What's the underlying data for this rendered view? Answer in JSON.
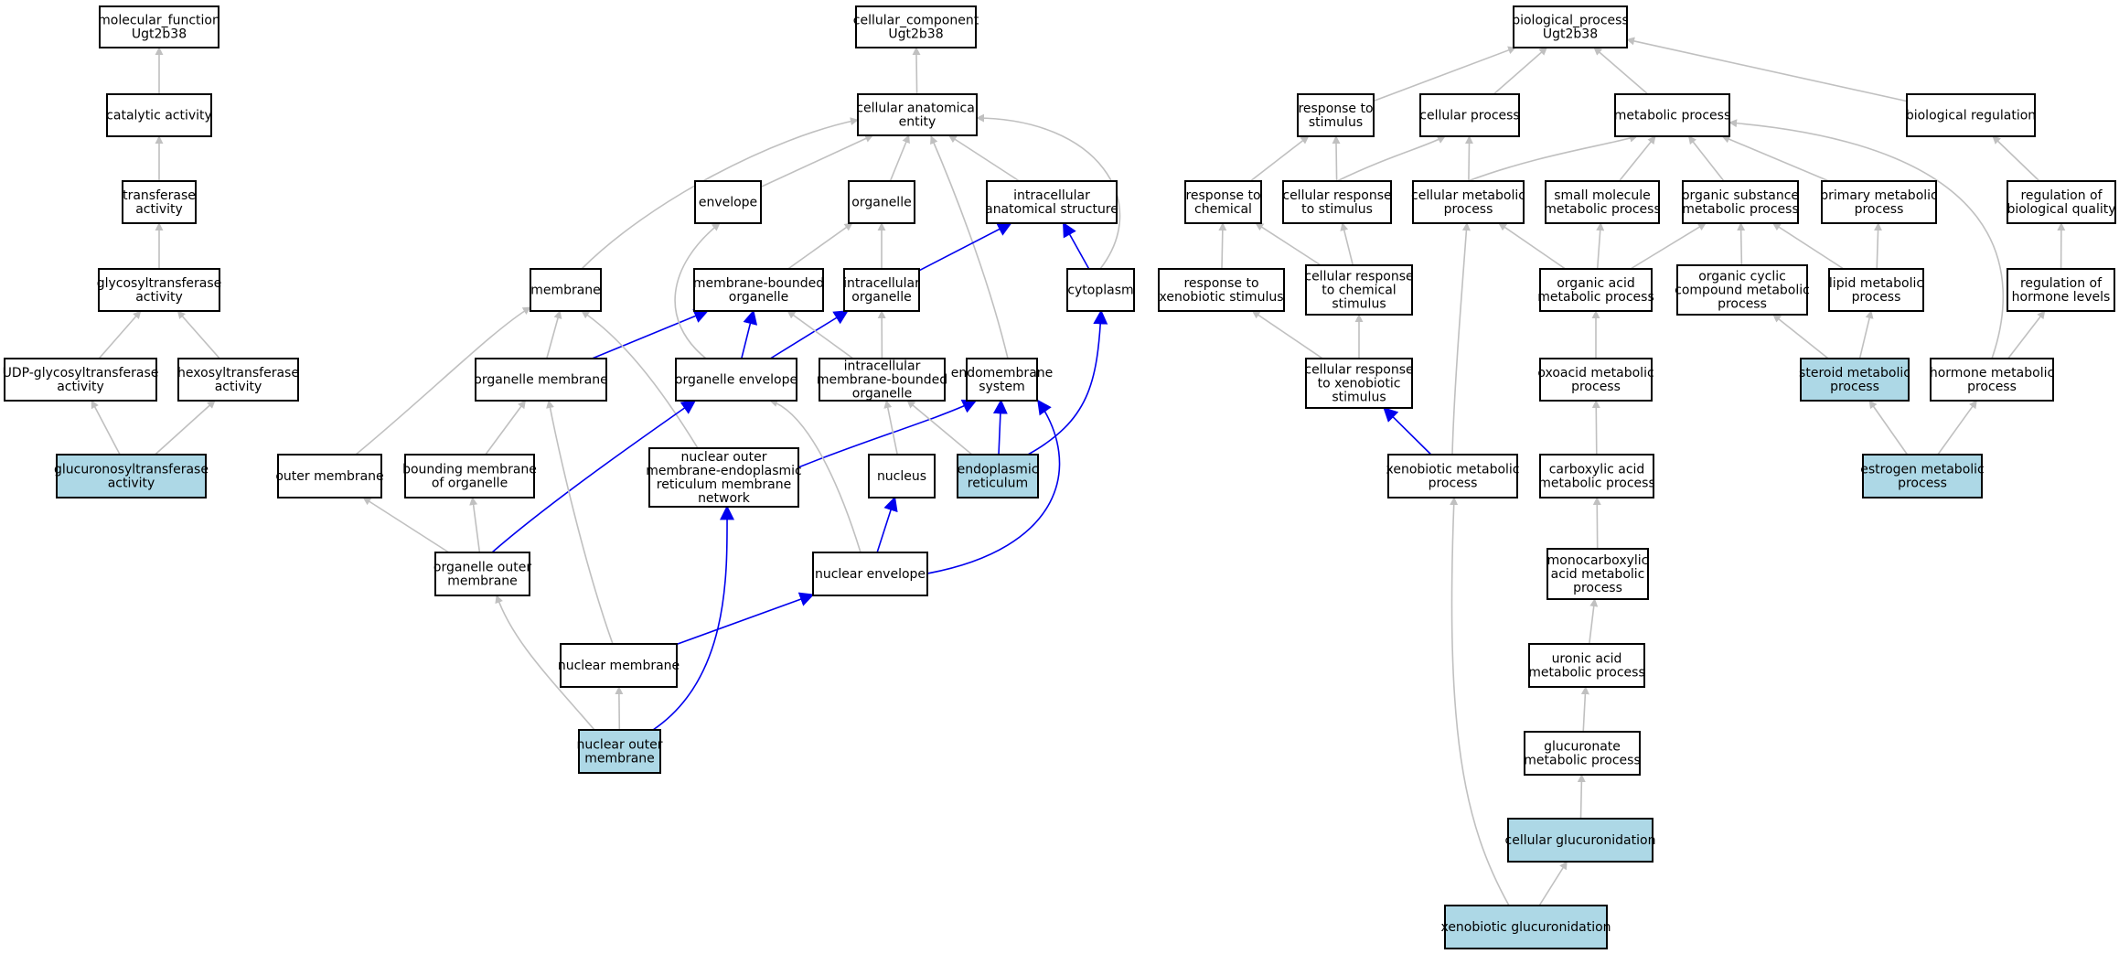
{
  "colors": {
    "background": "#ffffff",
    "node_fill": "#ffffff",
    "highlight_fill": "#add8e6",
    "node_border": "#000000",
    "edge_default": "#c0c0c0",
    "edge_highlight": "#0000ee"
  },
  "nodes": [
    {
      "id": "mf_root",
      "lines": [
        "molecular_function",
        "Ugt2b38"
      ],
      "highlighted": false
    },
    {
      "id": "catalytic",
      "lines": [
        "catalytic activity"
      ],
      "highlighted": false
    },
    {
      "id": "transferase",
      "lines": [
        "transferase",
        "activity"
      ],
      "highlighted": false
    },
    {
      "id": "glycosyltransferase",
      "lines": [
        "glycosyltransferase",
        "activity"
      ],
      "highlighted": false
    },
    {
      "id": "udp_glyco",
      "lines": [
        "UDP-glycosyltransferase",
        "activity"
      ],
      "highlighted": false
    },
    {
      "id": "hexosyl",
      "lines": [
        "hexosyltransferase",
        "activity"
      ],
      "highlighted": false
    },
    {
      "id": "glucuronosyl",
      "lines": [
        "glucuronosyltransferase",
        "activity"
      ],
      "highlighted": true
    },
    {
      "id": "cc_root",
      "lines": [
        "cellular_component",
        "Ugt2b38"
      ],
      "highlighted": false
    },
    {
      "id": "cae",
      "lines": [
        "cellular anatomical",
        "entity"
      ],
      "highlighted": false
    },
    {
      "id": "envelope",
      "lines": [
        "envelope"
      ],
      "highlighted": false
    },
    {
      "id": "organelle",
      "lines": [
        "organelle"
      ],
      "highlighted": false
    },
    {
      "id": "ias",
      "lines": [
        "intracellular",
        "anatomical structure"
      ],
      "highlighted": false
    },
    {
      "id": "membrane",
      "lines": [
        "membrane"
      ],
      "highlighted": false
    },
    {
      "id": "mbo",
      "lines": [
        "membrane-bounded",
        "organelle"
      ],
      "highlighted": false
    },
    {
      "id": "io",
      "lines": [
        "intracellular",
        "organelle"
      ],
      "highlighted": false
    },
    {
      "id": "cytoplasm",
      "lines": [
        "cytoplasm"
      ],
      "highlighted": false
    },
    {
      "id": "org_membrane",
      "lines": [
        "organelle membrane"
      ],
      "highlighted": false
    },
    {
      "id": "org_envelope",
      "lines": [
        "organelle envelope"
      ],
      "highlighted": false
    },
    {
      "id": "imbo",
      "lines": [
        "intracellular",
        "membrane-bounded",
        "organelle"
      ],
      "highlighted": false
    },
    {
      "id": "endomembrane",
      "lines": [
        "endomembrane",
        "system"
      ],
      "highlighted": false
    },
    {
      "id": "outer_membrane",
      "lines": [
        "outer membrane"
      ],
      "highlighted": false
    },
    {
      "id": "bounding",
      "lines": [
        "bounding membrane",
        "of organelle"
      ],
      "highlighted": false
    },
    {
      "id": "nomer",
      "lines": [
        "nuclear outer",
        "membrane-endoplasmic",
        "reticulum membrane",
        "network"
      ],
      "highlighted": false
    },
    {
      "id": "nucleus",
      "lines": [
        "nucleus"
      ],
      "highlighted": false
    },
    {
      "id": "er",
      "lines": [
        "endoplasmic",
        "reticulum"
      ],
      "highlighted": true
    },
    {
      "id": "org_outer",
      "lines": [
        "organelle outer",
        "membrane"
      ],
      "highlighted": false
    },
    {
      "id": "nuc_envelope",
      "lines": [
        "nuclear envelope"
      ],
      "highlighted": false
    },
    {
      "id": "nuc_membrane",
      "lines": [
        "nuclear membrane"
      ],
      "highlighted": false
    },
    {
      "id": "nuc_outer",
      "lines": [
        "nuclear outer",
        "membrane"
      ],
      "highlighted": true
    },
    {
      "id": "bp_root",
      "lines": [
        "biological_process",
        "Ugt2b38"
      ],
      "highlighted": false
    },
    {
      "id": "resp_stim",
      "lines": [
        "response to",
        "stimulus"
      ],
      "highlighted": false
    },
    {
      "id": "cell_proc",
      "lines": [
        "cellular process"
      ],
      "highlighted": false
    },
    {
      "id": "met_proc",
      "lines": [
        "metabolic process"
      ],
      "highlighted": false
    },
    {
      "id": "bio_reg",
      "lines": [
        "biological regulation"
      ],
      "highlighted": false
    },
    {
      "id": "resp_chem",
      "lines": [
        "response to",
        "chemical"
      ],
      "highlighted": false
    },
    {
      "id": "cell_resp_stim",
      "lines": [
        "cellular response",
        "to stimulus"
      ],
      "highlighted": false
    },
    {
      "id": "cell_met",
      "lines": [
        "cellular metabolic",
        "process"
      ],
      "highlighted": false
    },
    {
      "id": "small_mol",
      "lines": [
        "small molecule",
        "metabolic process"
      ],
      "highlighted": false
    },
    {
      "id": "org_subst",
      "lines": [
        "organic substance",
        "metabolic process"
      ],
      "highlighted": false
    },
    {
      "id": "prim_met",
      "lines": [
        "primary metabolic",
        "process"
      ],
      "highlighted": false
    },
    {
      "id": "reg_bioq",
      "lines": [
        "regulation of",
        "biological quality"
      ],
      "highlighted": false
    },
    {
      "id": "resp_xeno",
      "lines": [
        "response to",
        "xenobiotic stimulus"
      ],
      "highlighted": false
    },
    {
      "id": "cell_resp_chem",
      "lines": [
        "cellular response",
        "to chemical",
        "stimulus"
      ],
      "highlighted": false
    },
    {
      "id": "org_acid",
      "lines": [
        "organic acid",
        "metabolic process"
      ],
      "highlighted": false
    },
    {
      "id": "org_cyclic",
      "lines": [
        "organic cyclic",
        "compound metabolic",
        "process"
      ],
      "highlighted": false
    },
    {
      "id": "lipid_met",
      "lines": [
        "lipid metabolic",
        "process"
      ],
      "highlighted": false
    },
    {
      "id": "reg_horm",
      "lines": [
        "regulation of",
        "hormone levels"
      ],
      "highlighted": false
    },
    {
      "id": "cell_resp_xeno",
      "lines": [
        "cellular response",
        "to xenobiotic",
        "stimulus"
      ],
      "highlighted": false
    },
    {
      "id": "oxoacid",
      "lines": [
        "oxoacid metabolic",
        "process"
      ],
      "highlighted": false
    },
    {
      "id": "steroid",
      "lines": [
        "steroid metabolic",
        "process"
      ],
      "highlighted": true
    },
    {
      "id": "hormone_met",
      "lines": [
        "hormone metabolic",
        "process"
      ],
      "highlighted": false
    },
    {
      "id": "xeno_met",
      "lines": [
        "xenobiotic metabolic",
        "process"
      ],
      "highlighted": false
    },
    {
      "id": "carboxylic",
      "lines": [
        "carboxylic acid",
        "metabolic process"
      ],
      "highlighted": false
    },
    {
      "id": "estrogen",
      "lines": [
        "estrogen metabolic",
        "process"
      ],
      "highlighted": true
    },
    {
      "id": "monocarbox",
      "lines": [
        "monocarboxylic",
        "acid metabolic",
        "process"
      ],
      "highlighted": false
    },
    {
      "id": "uronic",
      "lines": [
        "uronic acid",
        "metabolic process"
      ],
      "highlighted": false
    },
    {
      "id": "glucuronate",
      "lines": [
        "glucuronate",
        "metabolic process"
      ],
      "highlighted": false
    },
    {
      "id": "cell_gluc",
      "lines": [
        "cellular glucuronidation"
      ],
      "highlighted": true
    },
    {
      "id": "xeno_gluc",
      "lines": [
        "xenobiotic glucuronidation"
      ],
      "highlighted": true
    }
  ],
  "edges": [
    {
      "from": "catalytic",
      "to": "mf_root",
      "highlight": false
    },
    {
      "from": "transferase",
      "to": "catalytic",
      "highlight": false
    },
    {
      "from": "glycosyltransferase",
      "to": "transferase",
      "highlight": false
    },
    {
      "from": "udp_glyco",
      "to": "glycosyltransferase",
      "highlight": false
    },
    {
      "from": "hexosyl",
      "to": "glycosyltransferase",
      "highlight": false
    },
    {
      "from": "glucuronosyl",
      "to": "udp_glyco",
      "highlight": false
    },
    {
      "from": "glucuronosyl",
      "to": "hexosyl",
      "highlight": false
    },
    {
      "from": "cae",
      "to": "cc_root",
      "highlight": false
    },
    {
      "from": "envelope",
      "to": "cae",
      "highlight": false
    },
    {
      "from": "organelle",
      "to": "cae",
      "highlight": false
    },
    {
      "from": "ias",
      "to": "cae",
      "highlight": false
    },
    {
      "from": "membrane",
      "to": "cae",
      "highlight": false
    },
    {
      "from": "endomembrane",
      "to": "cae",
      "highlight": false
    },
    {
      "from": "cytoplasm",
      "to": "cae",
      "highlight": false
    },
    {
      "from": "mbo",
      "to": "organelle",
      "highlight": false
    },
    {
      "from": "io",
      "to": "organelle",
      "highlight": false
    },
    {
      "from": "io",
      "to": "ias",
      "highlight": true
    },
    {
      "from": "cytoplasm",
      "to": "ias",
      "highlight": true
    },
    {
      "from": "org_membrane",
      "to": "membrane",
      "highlight": false
    },
    {
      "from": "org_membrane",
      "to": "mbo",
      "highlight": true
    },
    {
      "from": "org_envelope",
      "to": "envelope",
      "highlight": false
    },
    {
      "from": "org_envelope",
      "to": "mbo",
      "highlight": true
    },
    {
      "from": "org_envelope",
      "to": "io",
      "highlight": true
    },
    {
      "from": "imbo",
      "to": "mbo",
      "highlight": false
    },
    {
      "from": "imbo",
      "to": "io",
      "highlight": false
    },
    {
      "from": "outer_membrane",
      "to": "membrane",
      "highlight": false
    },
    {
      "from": "bounding",
      "to": "org_membrane",
      "highlight": false
    },
    {
      "from": "nomer",
      "to": "membrane",
      "highlight": false
    },
    {
      "from": "nomer",
      "to": "endomembrane",
      "highlight": true
    },
    {
      "from": "nucleus",
      "to": "imbo",
      "highlight": false
    },
    {
      "from": "er",
      "to": "imbo",
      "highlight": false
    },
    {
      "from": "er",
      "to": "endomembrane",
      "highlight": true
    },
    {
      "from": "er",
      "to": "cytoplasm",
      "highlight": true
    },
    {
      "from": "org_outer",
      "to": "outer_membrane",
      "highlight": false
    },
    {
      "from": "org_outer",
      "to": "bounding",
      "highlight": false
    },
    {
      "from": "org_outer",
      "to": "org_envelope",
      "highlight": true
    },
    {
      "from": "nuc_envelope",
      "to": "org_envelope",
      "highlight": false
    },
    {
      "from": "nuc_envelope",
      "to": "nucleus",
      "highlight": true
    },
    {
      "from": "nuc_envelope",
      "to": "endomembrane",
      "highlight": true
    },
    {
      "from": "nuc_membrane",
      "to": "org_membrane",
      "highlight": false
    },
    {
      "from": "nuc_membrane",
      "to": "nuc_envelope",
      "highlight": true
    },
    {
      "from": "nuc_outer",
      "to": "org_outer",
      "highlight": false
    },
    {
      "from": "nuc_outer",
      "to": "nuc_membrane",
      "highlight": false
    },
    {
      "from": "nuc_outer",
      "to": "nomer",
      "highlight": true
    },
    {
      "from": "resp_stim",
      "to": "bp_root",
      "highlight": false
    },
    {
      "from": "cell_proc",
      "to": "bp_root",
      "highlight": false
    },
    {
      "from": "met_proc",
      "to": "bp_root",
      "highlight": false
    },
    {
      "from": "bio_reg",
      "to": "bp_root",
      "highlight": false
    },
    {
      "from": "resp_chem",
      "to": "resp_stim",
      "highlight": false
    },
    {
      "from": "cell_resp_stim",
      "to": "resp_stim",
      "highlight": false
    },
    {
      "from": "cell_resp_stim",
      "to": "cell_proc",
      "highlight": false
    },
    {
      "from": "cell_met",
      "to": "cell_proc",
      "highlight": false
    },
    {
      "from": "cell_met",
      "to": "met_proc",
      "highlight": false
    },
    {
      "from": "small_mol",
      "to": "met_proc",
      "highlight": false
    },
    {
      "from": "org_subst",
      "to": "met_proc",
      "highlight": false
    },
    {
      "from": "prim_met",
      "to": "met_proc",
      "highlight": false
    },
    {
      "from": "reg_bioq",
      "to": "bio_reg",
      "highlight": false
    },
    {
      "from": "resp_xeno",
      "to": "resp_chem",
      "highlight": false
    },
    {
      "from": "cell_resp_chem",
      "to": "resp_chem",
      "highlight": false
    },
    {
      "from": "cell_resp_chem",
      "to": "cell_resp_stim",
      "highlight": false
    },
    {
      "from": "org_acid",
      "to": "cell_met",
      "highlight": false
    },
    {
      "from": "org_acid",
      "to": "small_mol",
      "highlight": false
    },
    {
      "from": "org_acid",
      "to": "org_subst",
      "highlight": false
    },
    {
      "from": "org_cyclic",
      "to": "org_subst",
      "highlight": false
    },
    {
      "from": "lipid_met",
      "to": "org_subst",
      "highlight": false
    },
    {
      "from": "lipid_met",
      "to": "prim_met",
      "highlight": false
    },
    {
      "from": "reg_horm",
      "to": "reg_bioq",
      "highlight": false
    },
    {
      "from": "cell_resp_xeno",
      "to": "resp_xeno",
      "highlight": false
    },
    {
      "from": "cell_resp_xeno",
      "to": "cell_resp_chem",
      "highlight": false
    },
    {
      "from": "oxoacid",
      "to": "org_acid",
      "highlight": false
    },
    {
      "from": "steroid",
      "to": "org_cyclic",
      "highlight": false
    },
    {
      "from": "steroid",
      "to": "lipid_met",
      "highlight": false
    },
    {
      "from": "hormone_met",
      "to": "met_proc",
      "highlight": false
    },
    {
      "from": "hormone_met",
      "to": "reg_horm",
      "highlight": false
    },
    {
      "from": "xeno_met",
      "to": "cell_met",
      "highlight": false
    },
    {
      "from": "xeno_met",
      "to": "cell_resp_xeno",
      "highlight": true
    },
    {
      "from": "carboxylic",
      "to": "oxoacid",
      "highlight": false
    },
    {
      "from": "estrogen",
      "to": "steroid",
      "highlight": false
    },
    {
      "from": "estrogen",
      "to": "hormone_met",
      "highlight": false
    },
    {
      "from": "monocarbox",
      "to": "carboxylic",
      "highlight": false
    },
    {
      "from": "uronic",
      "to": "monocarbox",
      "highlight": false
    },
    {
      "from": "glucuronate",
      "to": "uronic",
      "highlight": false
    },
    {
      "from": "cell_gluc",
      "to": "glucuronate",
      "highlight": false
    },
    {
      "from": "xeno_gluc",
      "to": "cell_gluc",
      "highlight": false
    },
    {
      "from": "xeno_gluc",
      "to": "xeno_met",
      "highlight": false
    }
  ]
}
